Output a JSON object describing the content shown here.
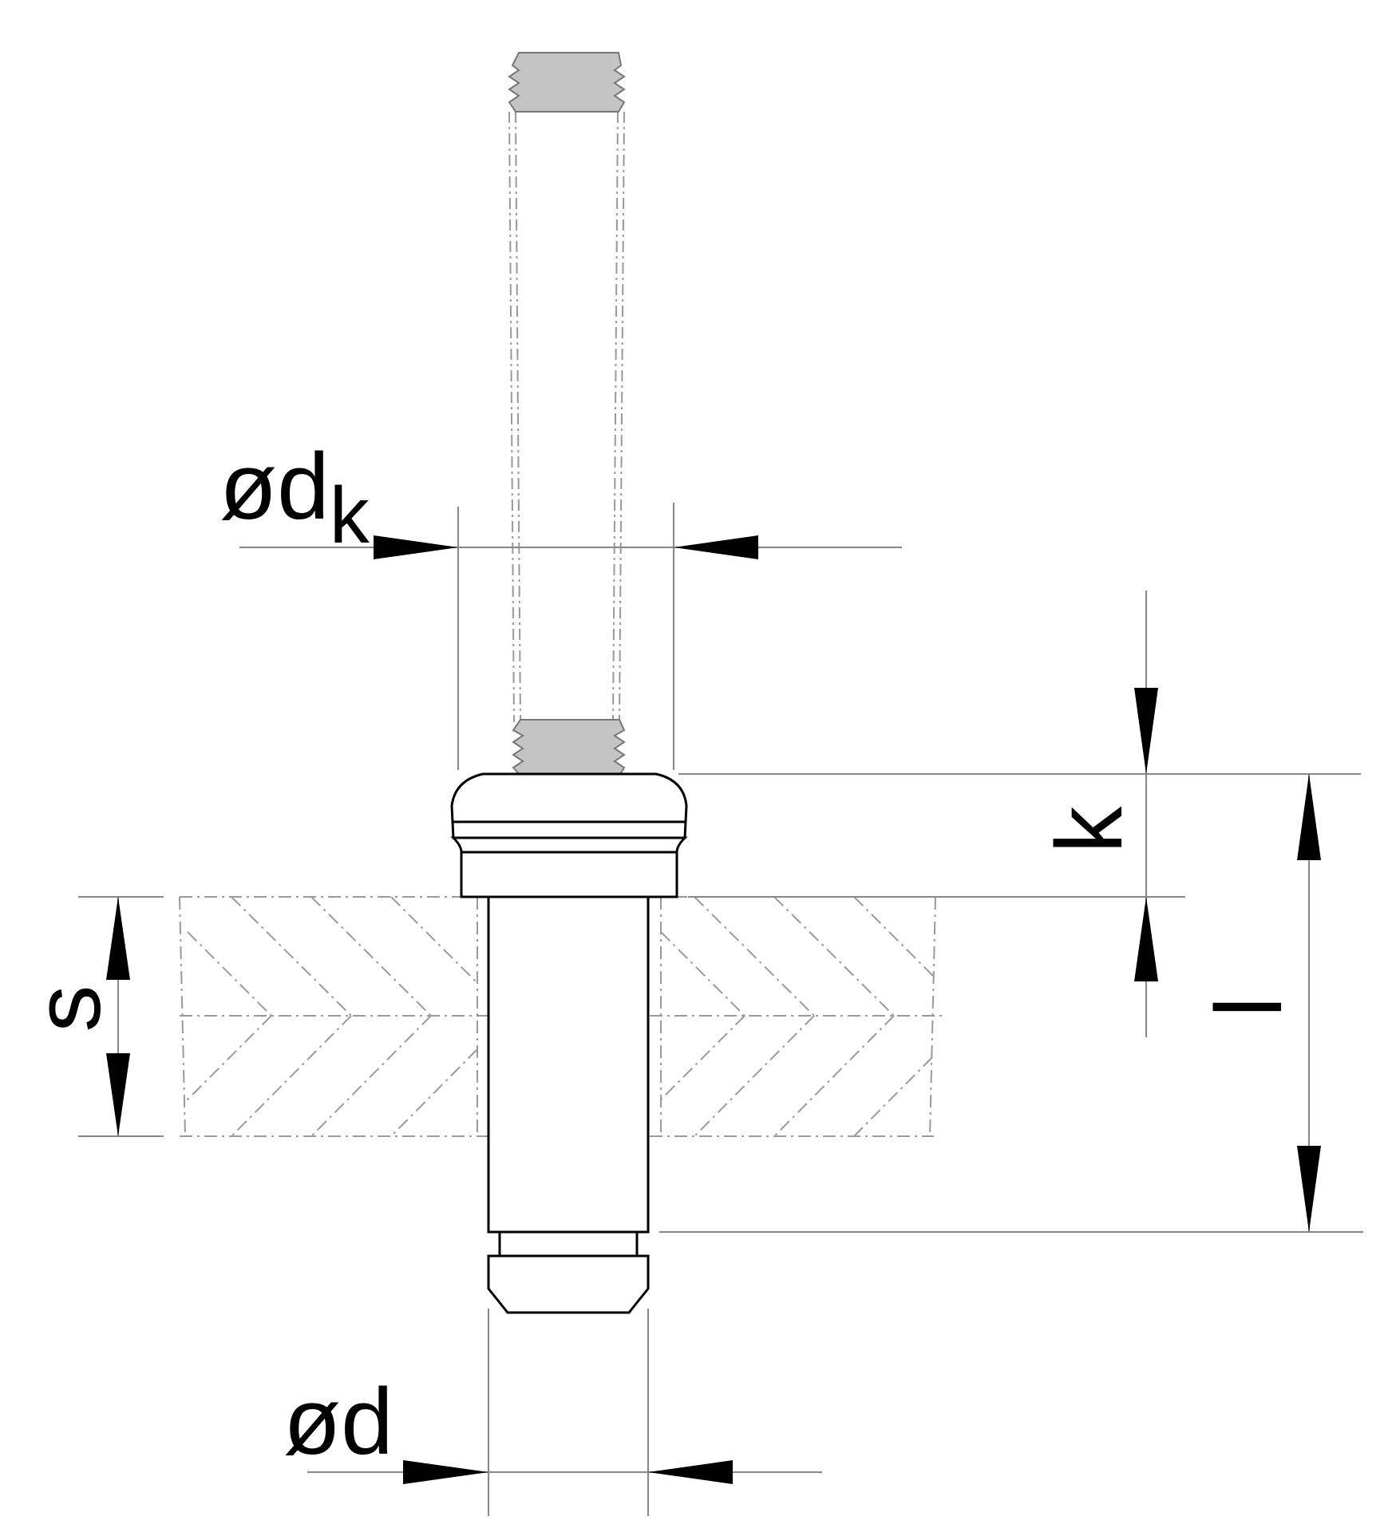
{
  "labels": {
    "dk_main": "ød",
    "dk_sub": "k",
    "k": "k",
    "s": "s",
    "l": "l",
    "d": "ød"
  },
  "colors": {
    "line": "#000000",
    "dimension": "#888888",
    "thread_fill": "#c4c4c4",
    "hidden": "#999999"
  }
}
